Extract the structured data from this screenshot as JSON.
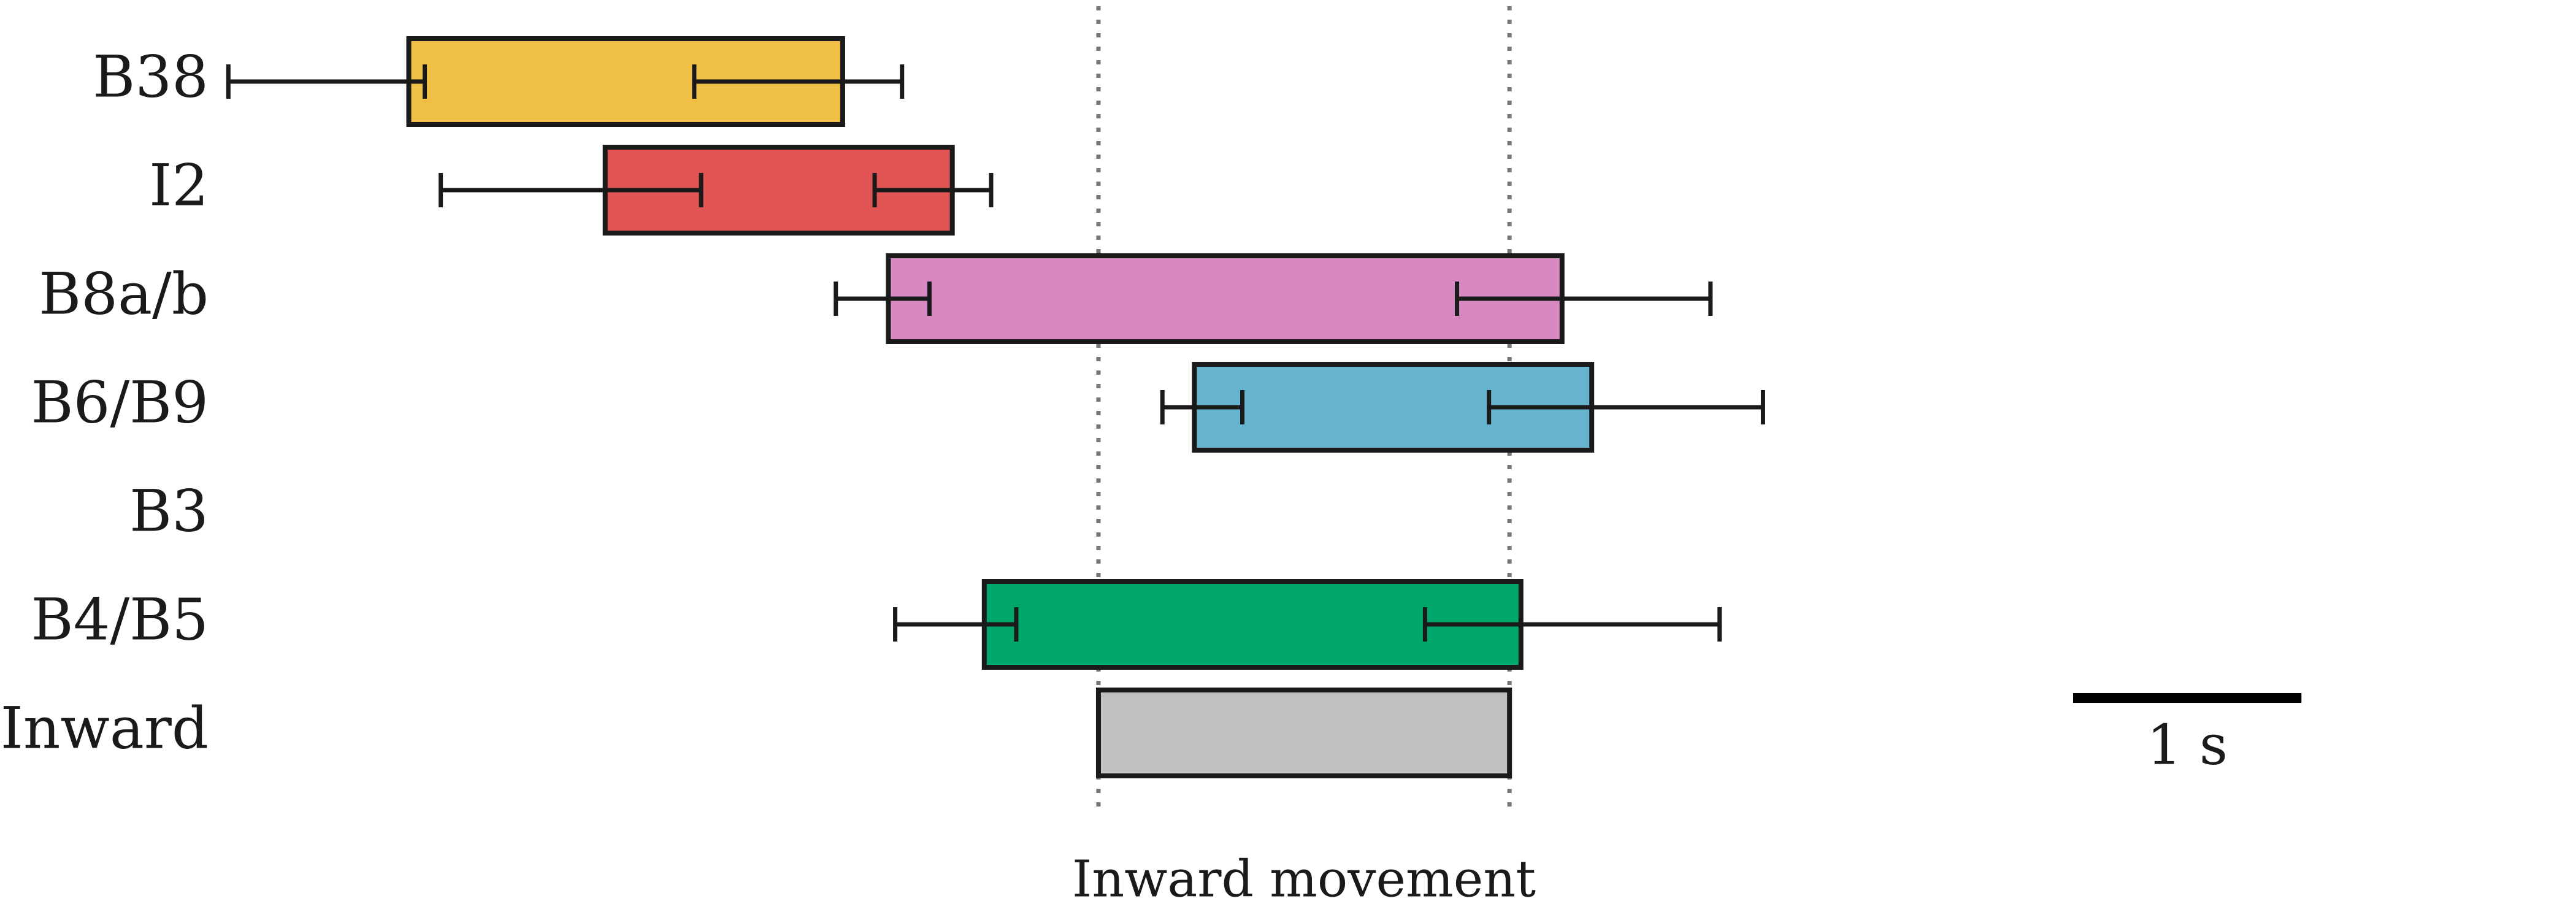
{
  "chart_data": {
    "type": "bar",
    "subtype": "horizontal-floating-timeline",
    "x_unit": "s",
    "categories": [
      "B38",
      "I2",
      "B8a/b",
      "B6/B9",
      "B3",
      "B4/B5",
      "Inward"
    ],
    "bars": [
      {
        "label": "B38",
        "start": 0.84,
        "end": 2.74,
        "color": "#F0C046",
        "start_error": [
          0.05,
          0.91
        ],
        "end_error": [
          2.09,
          3.0
        ]
      },
      {
        "label": "I2",
        "start": 1.7,
        "end": 3.22,
        "color": "#E05454",
        "start_error": [
          0.98,
          2.12
        ],
        "end_error": [
          2.88,
          3.39
        ]
      },
      {
        "label": "B8a/b",
        "start": 2.94,
        "end": 5.89,
        "color": "#D889C2",
        "start_error": [
          2.71,
          3.12
        ],
        "end_error": [
          5.43,
          6.54
        ]
      },
      {
        "label": "B6/B9",
        "start": 4.28,
        "end": 6.02,
        "color": "#67B4D0",
        "start_error": [
          4.14,
          4.49
        ],
        "end_error": [
          5.57,
          6.77
        ]
      },
      {
        "label": "B3"
      },
      {
        "label": "B4/B5",
        "start": 3.36,
        "end": 5.71,
        "color": "#00A86B",
        "start_error": [
          2.97,
          3.5
        ],
        "end_error": [
          5.29,
          6.58
        ]
      },
      {
        "label": "Inward",
        "start": 3.86,
        "end": 5.66,
        "color": "#C0C0C0"
      }
    ],
    "reference_lines": [
      3.86,
      5.66
    ],
    "annotations": [
      {
        "text": "Inward movement",
        "x": 4.76
      }
    ],
    "scale_bar": {
      "length": 1,
      "label": "1 s"
    },
    "xlim": [
      -0.95,
      10.33
    ],
    "axes_visible": false,
    "grid": false,
    "legend": "none"
  }
}
